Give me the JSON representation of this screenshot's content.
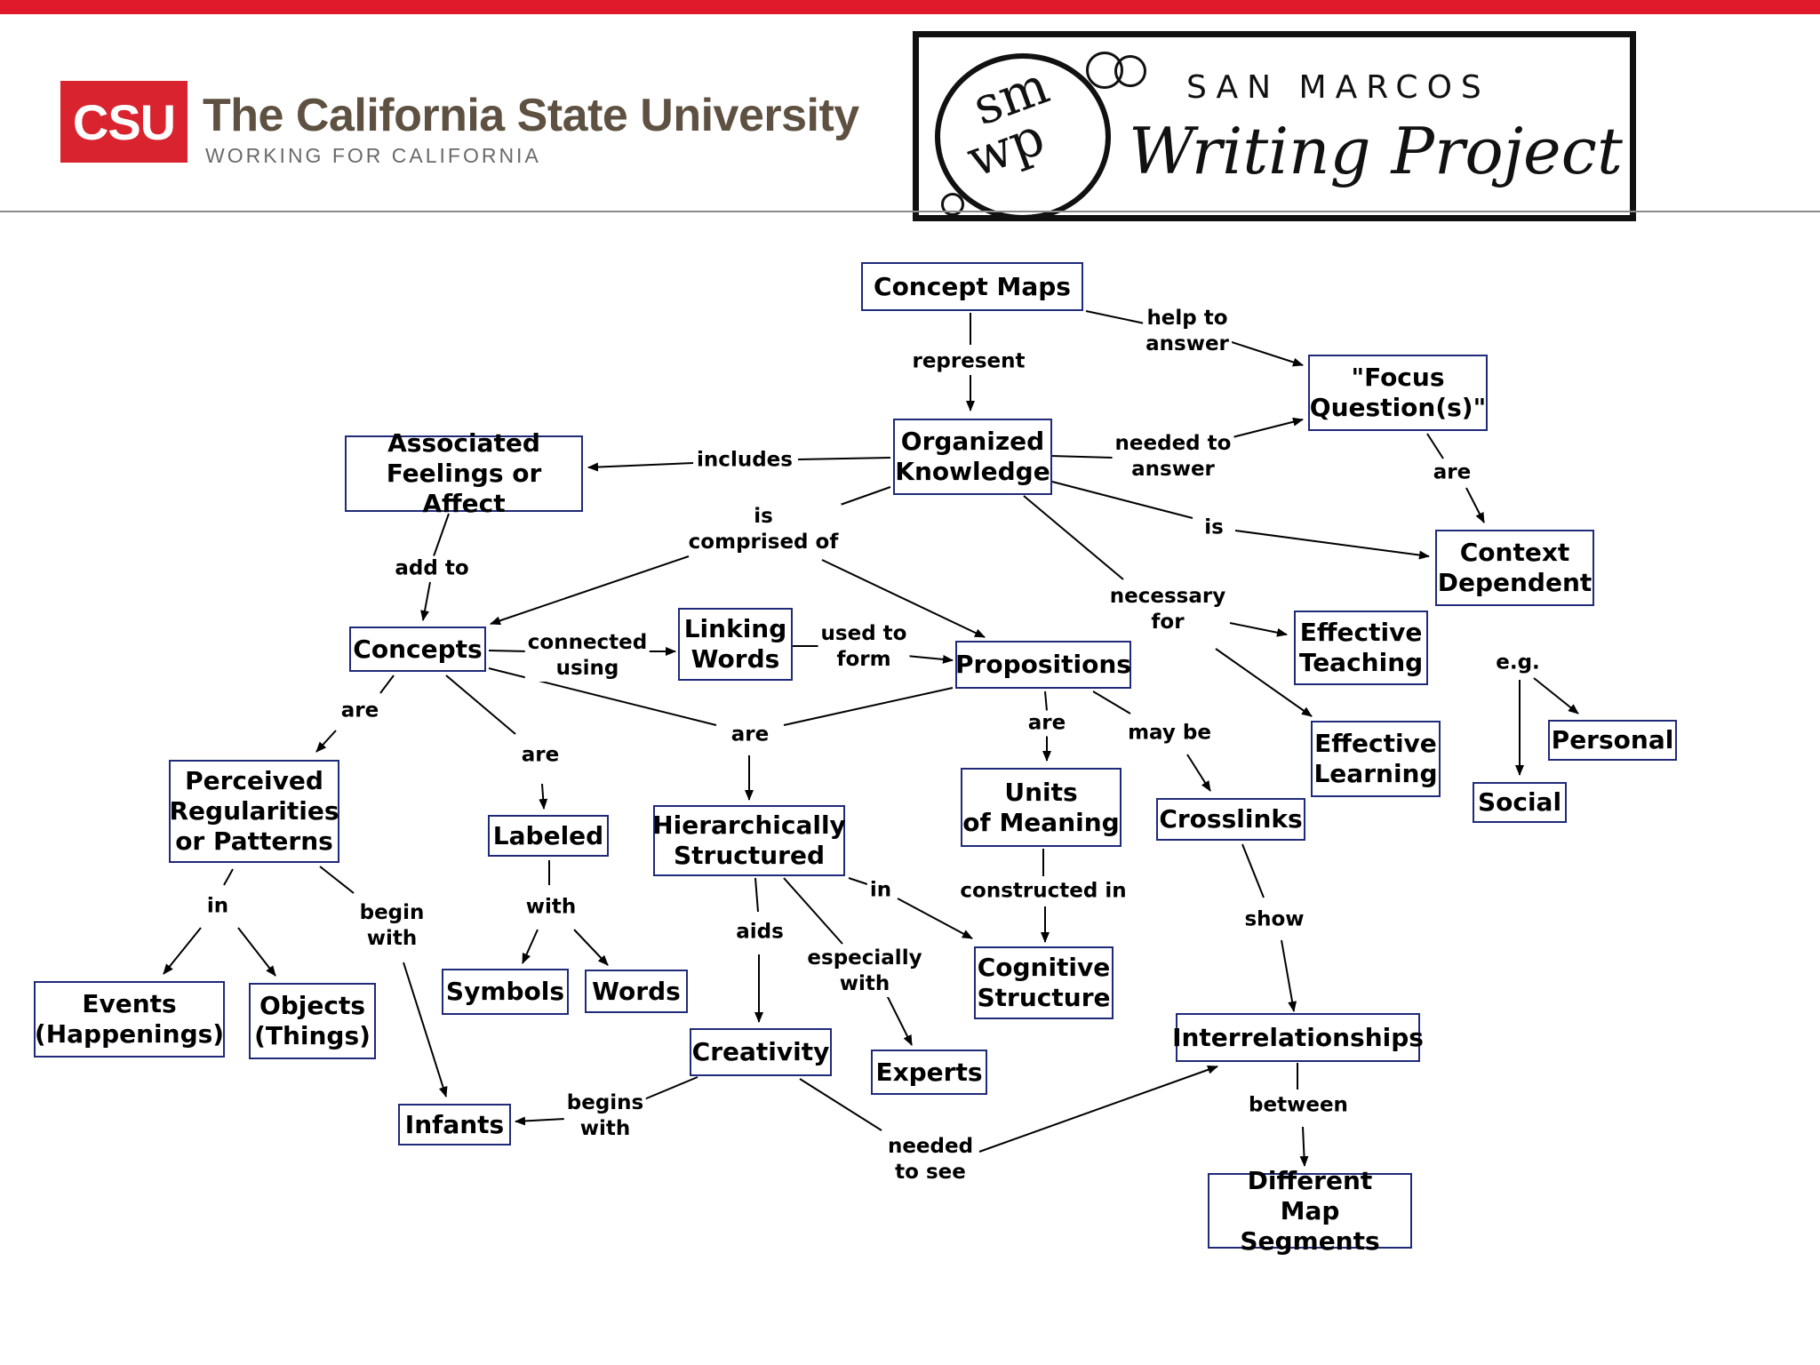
{
  "header": {
    "csu_logo": "CSU",
    "csu_name": "The California State University",
    "csu_tagline": "WORKING FOR CALIFORNIA",
    "smwp_logo_sm": "sm",
    "smwp_logo_wp": "wp",
    "smwp_title_line1": "SAN MARCOS",
    "smwp_title_line2": "Writing Project"
  },
  "colors": {
    "accent_red": "#e01a2a",
    "csu_red": "#d9232e",
    "node_border": "#1f2a7a"
  },
  "nodes": {
    "concept_maps": "Concept Maps",
    "focus_questions": "\"Focus\nQuestion(s)\"",
    "organized_knowledge": "Organized\nKnowledge",
    "associated_feelings": "Associated\nFeelings or Affect",
    "context_dependent": "Context\nDependent",
    "concepts": "Concepts",
    "linking_words": "Linking\nWords",
    "propositions": "Propositions",
    "effective_teaching": "Effective\nTeaching",
    "effective_learning": "Effective\nLearning",
    "personal": "Personal",
    "social": "Social",
    "perceived_regularities": "Perceived\nRegularities\nor Patterns",
    "labeled": "Labeled",
    "hierarchically_structured": "Hierarchically\nStructured",
    "units_of_meaning": "Units\nof Meaning",
    "crosslinks": "Crosslinks",
    "events": "Events\n(Happenings)",
    "objects": "Objects\n(Things)",
    "symbols": "Symbols",
    "words": "Words",
    "cognitive_structure": "Cognitive\nStructure",
    "interrelationships": "Interrelationships",
    "creativity": "Creativity",
    "experts": "Experts",
    "infants": "Infants",
    "different_map_segments": "Different\nMap Segments"
  },
  "links": {
    "represent": "represent",
    "help_to_answer": "help to\nanswer",
    "includes": "includes",
    "needed_to_answer": "needed to\nanswer",
    "are_focus": "are",
    "is_comprised_of": "is\ncomprised of",
    "is_context": "is",
    "necessary_for": "necessary\nfor",
    "add_to": "add to",
    "connected_using": "connected\nusing",
    "used_to_form": "used to\nform",
    "eg": "e.g.",
    "are_concepts": "are",
    "are_labeled": "are",
    "are_hier": "are",
    "are_units": "are",
    "may_be": "may be",
    "in_perceived": "in",
    "begin_with": "begin\nwith",
    "with_labeled": "with",
    "in_hier": "in",
    "aids": "aids",
    "especially_with": "especially\nwith",
    "constructed_in": "constructed in",
    "show": "show",
    "begins_with": "begins\nwith",
    "needed_to_see": "needed\nto see",
    "between": "between"
  }
}
